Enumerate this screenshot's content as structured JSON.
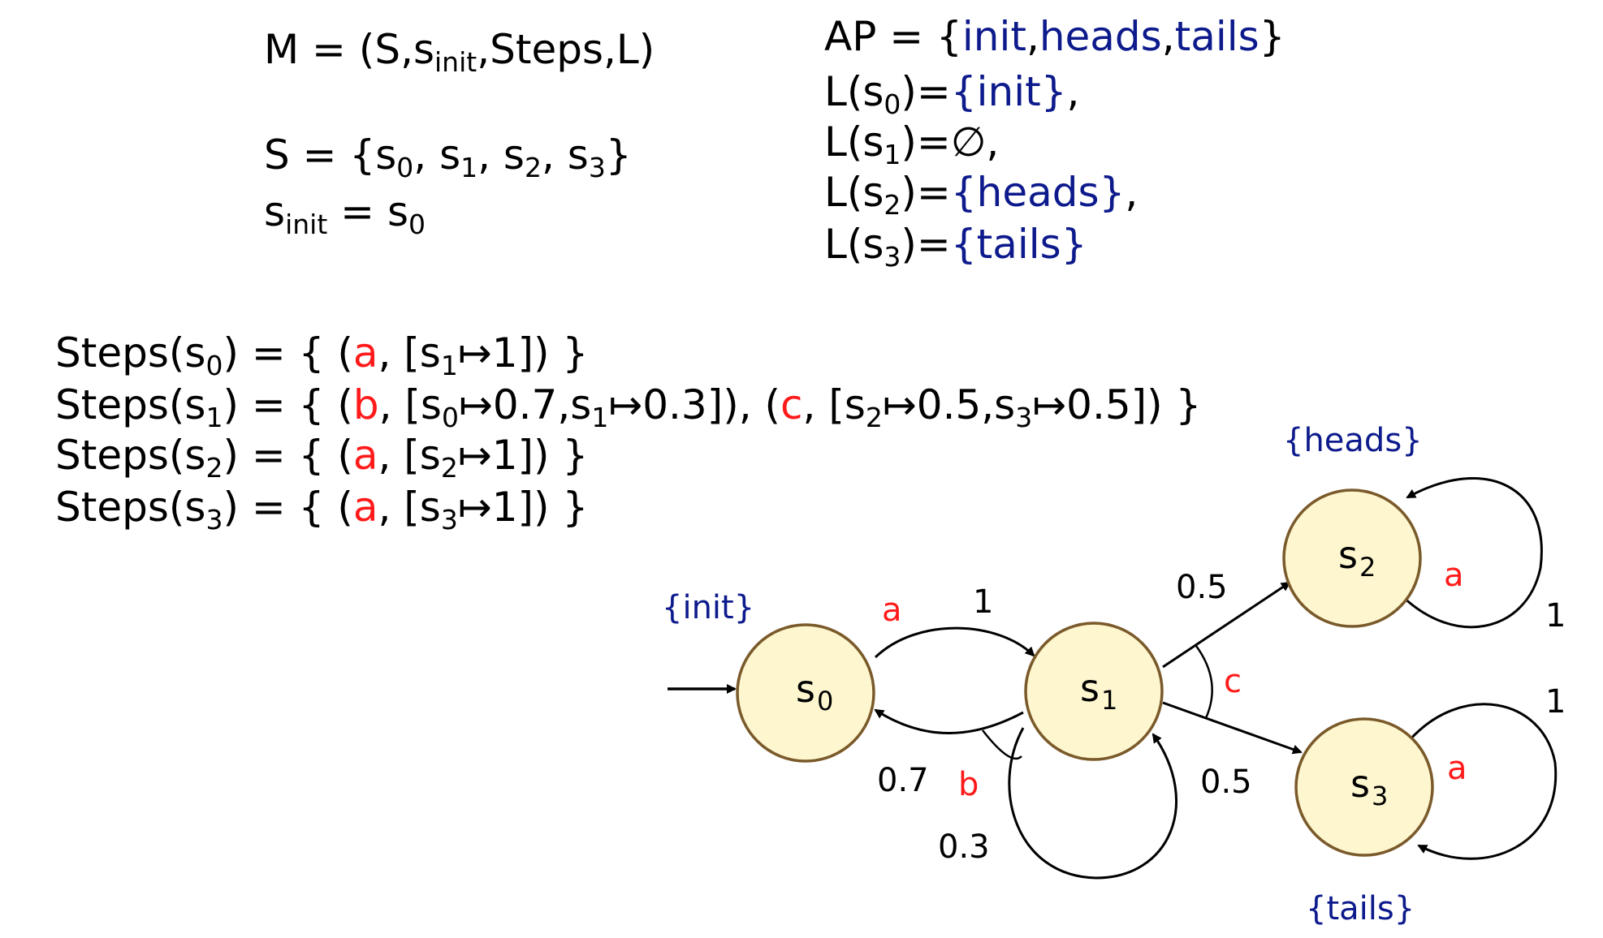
{
  "colors": {
    "blue": "#0d1a8c",
    "red": "#ff1a1a",
    "node_fill": "#fdf6cf",
    "node_stroke": "#7a5a2a"
  },
  "def": {
    "m": {
      "lhs": "M",
      "eq": " = (S,s",
      "sub": "init",
      "rest": ",Steps,L)"
    },
    "s_set": {
      "text": "S = {s",
      "i0": "0",
      "c1": ", s",
      "i1": "1",
      "c2": ", s",
      "i2": "2",
      "c3": ", s",
      "i3": "3",
      "close": "}"
    },
    "s_init": {
      "s": "s",
      "sub": "init",
      "eq": " = s",
      "sub0": "0"
    }
  },
  "labels_block": {
    "ap": {
      "lhs": "AP = {",
      "init": "init",
      "comma1": ",",
      "heads": "heads",
      "comma2": ",",
      "tails": "tails",
      "close": "}"
    },
    "rows": [
      {
        "pre": "L(s",
        "idx": "0",
        "mid": ")=",
        "set": "{init}",
        "end": ","
      },
      {
        "pre": "L(s",
        "idx": "1",
        "mid": ")=",
        "set": "∅",
        "end": ","
      },
      {
        "pre": "L(s",
        "idx": "2",
        "mid": ")=",
        "set": "{heads}",
        "end": ","
      },
      {
        "pre": "L(s",
        "idx": "3",
        "mid": ")=",
        "set": "{tails}",
        "end": ""
      }
    ]
  },
  "steps": {
    "s0": {
      "pre": "Steps(s",
      "idx": "0",
      "mid": ") = { (",
      "act": "a",
      "dist": ", [s",
      "d1": "1",
      "tail": "↦1]) }"
    },
    "s1": {
      "pre": "Steps(s",
      "idx": "1",
      "mid": ") = { (",
      "act1": "b",
      "dist1a": ", [s",
      "d1a": "0",
      "dist1b": "↦0.7,s",
      "d1b": "1",
      "dist1c": "↦0.3]), (",
      "act2": "c",
      "dist2a": ", [s",
      "d2a": "2",
      "dist2b": "↦0.5,s",
      "d2b": "3",
      "dist2c": "↦0.5]) }"
    },
    "s2": {
      "pre": "Steps(s",
      "idx": "2",
      "mid": ") = { (",
      "act": "a",
      "dist": ", [s",
      "d1": "2",
      "tail": "↦1]) }"
    },
    "s3": {
      "pre": "Steps(s",
      "idx": "3",
      "mid": ") = { (",
      "act": "a",
      "dist": ", [s",
      "d1": "3",
      "tail": "↦1]) }"
    }
  },
  "graph": {
    "states": [
      {
        "id": "s0",
        "name": "s",
        "idx": "0",
        "label": "{init}"
      },
      {
        "id": "s1",
        "name": "s",
        "idx": "1",
        "label": ""
      },
      {
        "id": "s2",
        "name": "s",
        "idx": "2",
        "label": "{heads}"
      },
      {
        "id": "s3",
        "name": "s",
        "idx": "3",
        "label": "{tails}"
      }
    ],
    "actions": {
      "s0_a": "a",
      "s1_b": "b",
      "s1_c": "c",
      "s2_a": "a",
      "s3_a": "a"
    },
    "probs": {
      "s0_s1": "1",
      "s1_s0": "0.7",
      "s1_s1": "0.3",
      "s1_s2": "0.5",
      "s1_s3": "0.5",
      "s2_s2": "1",
      "s3_s3": "1"
    }
  }
}
